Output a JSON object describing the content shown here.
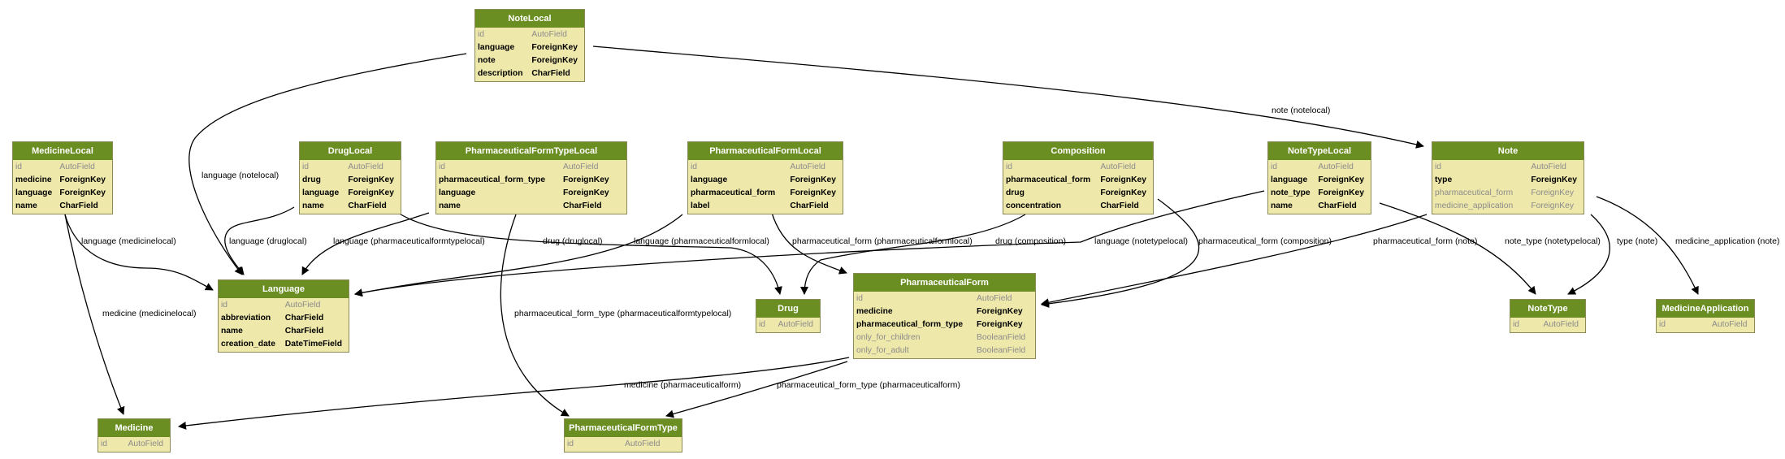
{
  "models": [
    {
      "id": "NoteLocal",
      "title": "NoteLocal",
      "fields": [
        {
          "name": "id",
          "type": "AutoField",
          "muted": true
        },
        {
          "name": "language",
          "type": "ForeignKey"
        },
        {
          "name": "note",
          "type": "ForeignKey"
        },
        {
          "name": "description",
          "type": "CharField"
        }
      ]
    },
    {
      "id": "MedicineLocal",
      "title": "MedicineLocal",
      "fields": [
        {
          "name": "id",
          "type": "AutoField",
          "muted": true
        },
        {
          "name": "medicine",
          "type": "ForeignKey"
        },
        {
          "name": "language",
          "type": "ForeignKey"
        },
        {
          "name": "name",
          "type": "CharField"
        }
      ]
    },
    {
      "id": "DrugLocal",
      "title": "DrugLocal",
      "fields": [
        {
          "name": "id",
          "type": "AutoField",
          "muted": true
        },
        {
          "name": "drug",
          "type": "ForeignKey"
        },
        {
          "name": "language",
          "type": "ForeignKey"
        },
        {
          "name": "name",
          "type": "CharField"
        }
      ]
    },
    {
      "id": "PharmaceuticalFormTypeLocal",
      "title": "PharmaceuticalFormTypeLocal",
      "fields": [
        {
          "name": "id",
          "type": "AutoField",
          "muted": true
        },
        {
          "name": "pharmaceutical_form_type",
          "type": "ForeignKey"
        },
        {
          "name": "language",
          "type": "ForeignKey"
        },
        {
          "name": "name",
          "type": "CharField"
        }
      ]
    },
    {
      "id": "PharmaceuticalFormLocal",
      "title": "PharmaceuticalFormLocal",
      "fields": [
        {
          "name": "id",
          "type": "AutoField",
          "muted": true
        },
        {
          "name": "language",
          "type": "ForeignKey"
        },
        {
          "name": "pharmaceutical_form",
          "type": "ForeignKey"
        },
        {
          "name": "label",
          "type": "CharField"
        }
      ]
    },
    {
      "id": "Composition",
      "title": "Composition",
      "fields": [
        {
          "name": "id",
          "type": "AutoField",
          "muted": true
        },
        {
          "name": "pharmaceutical_form",
          "type": "ForeignKey"
        },
        {
          "name": "drug",
          "type": "ForeignKey"
        },
        {
          "name": "concentration",
          "type": "CharField"
        }
      ]
    },
    {
      "id": "NoteTypeLocal",
      "title": "NoteTypeLocal",
      "fields": [
        {
          "name": "id",
          "type": "AutoField",
          "muted": true
        },
        {
          "name": "language",
          "type": "ForeignKey"
        },
        {
          "name": "note_type",
          "type": "ForeignKey"
        },
        {
          "name": "name",
          "type": "CharField"
        }
      ]
    },
    {
      "id": "Note",
      "title": "Note",
      "fields": [
        {
          "name": "id",
          "type": "AutoField",
          "muted": true
        },
        {
          "name": "type",
          "type": "ForeignKey"
        },
        {
          "name": "pharmaceutical_form",
          "type": "ForeignKey",
          "muted": true
        },
        {
          "name": "medicine_application",
          "type": "ForeignKey",
          "muted": true
        }
      ]
    },
    {
      "id": "Language",
      "title": "Language",
      "fields": [
        {
          "name": "id",
          "type": "AutoField",
          "muted": true
        },
        {
          "name": "abbreviation",
          "type": "CharField"
        },
        {
          "name": "name",
          "type": "CharField"
        },
        {
          "name": "creation_date",
          "type": "DateTimeField"
        }
      ]
    },
    {
      "id": "Drug",
      "title": "Drug",
      "fields": [
        {
          "name": "id",
          "type": "AutoField",
          "muted": true
        }
      ]
    },
    {
      "id": "PharmaceuticalForm",
      "title": "PharmaceuticalForm",
      "fields": [
        {
          "name": "id",
          "type": "AutoField",
          "muted": true
        },
        {
          "name": "medicine",
          "type": "ForeignKey"
        },
        {
          "name": "pharmaceutical_form_type",
          "type": "ForeignKey"
        },
        {
          "name": "only_for_children",
          "type": "BooleanField",
          "muted": true
        },
        {
          "name": "only_for_adult",
          "type": "BooleanField",
          "muted": true
        }
      ]
    },
    {
      "id": "NoteType",
      "title": "NoteType",
      "fields": [
        {
          "name": "id",
          "type": "AutoField",
          "muted": true
        }
      ]
    },
    {
      "id": "MedicineApplication",
      "title": "MedicineApplication",
      "fields": [
        {
          "name": "id",
          "type": "AutoField",
          "muted": true
        }
      ]
    },
    {
      "id": "Medicine",
      "title": "Medicine",
      "fields": [
        {
          "name": "id",
          "type": "AutoField",
          "muted": true
        }
      ]
    },
    {
      "id": "PharmaceuticalFormType",
      "title": "PharmaceuticalFormType",
      "fields": [
        {
          "name": "id",
          "type": "AutoField",
          "muted": true
        }
      ]
    }
  ],
  "relations": [
    {
      "id": "notelocal-note",
      "from": "NoteLocal",
      "to": "Note",
      "label": "note (notelocal)"
    },
    {
      "id": "notelocal-language",
      "from": "NoteLocal",
      "to": "Language",
      "label": "language (notelocal)"
    },
    {
      "id": "medicinelocal-language",
      "from": "MedicineLocal",
      "to": "Language",
      "label": "language (medicinelocal)"
    },
    {
      "id": "medicinelocal-medicine",
      "from": "MedicineLocal",
      "to": "Medicine",
      "label": "medicine (medicinelocal)"
    },
    {
      "id": "druglocal-language",
      "from": "DrugLocal",
      "to": "Language",
      "label": "language (druglocal)"
    },
    {
      "id": "druglocal-drug",
      "from": "DrugLocal",
      "to": "Drug",
      "label": "drug (druglocal)"
    },
    {
      "id": "pftl-language",
      "from": "PharmaceuticalFormTypeLocal",
      "to": "Language",
      "label": "language (pharmaceuticalformtypelocal)"
    },
    {
      "id": "pftl-pft",
      "from": "PharmaceuticalFormTypeLocal",
      "to": "PharmaceuticalFormType",
      "label": "pharmaceutical_form_type (pharmaceuticalformtypelocal)"
    },
    {
      "id": "pfl-language",
      "from": "PharmaceuticalFormLocal",
      "to": "Language",
      "label": "language (pharmaceuticalformlocal)"
    },
    {
      "id": "pfl-pf",
      "from": "PharmaceuticalFormLocal",
      "to": "PharmaceuticalForm",
      "label": "pharmaceutical_form (pharmaceuticalformlocal)"
    },
    {
      "id": "composition-drug",
      "from": "Composition",
      "to": "Drug",
      "label": "drug (composition)"
    },
    {
      "id": "composition-pf",
      "from": "Composition",
      "to": "PharmaceuticalForm",
      "label": "pharmaceutical_form (composition)"
    },
    {
      "id": "ntl-language",
      "from": "NoteTypeLocal",
      "to": "Language",
      "label": "language (notetypelocal)"
    },
    {
      "id": "ntl-notetype",
      "from": "NoteTypeLocal",
      "to": "NoteType",
      "label": "note_type (notetypelocal)"
    },
    {
      "id": "note-pf",
      "from": "Note",
      "to": "PharmaceuticalForm",
      "label": "pharmaceutical_form (note)"
    },
    {
      "id": "note-notetype",
      "from": "Note",
      "to": "NoteType",
      "label": "type (note)"
    },
    {
      "id": "note-medapp",
      "from": "Note",
      "to": "MedicineApplication",
      "label": "medicine_application (note)"
    },
    {
      "id": "pf-medicine",
      "from": "PharmaceuticalForm",
      "to": "Medicine",
      "label": "medicine (pharmaceuticalform)"
    },
    {
      "id": "pf-pft",
      "from": "PharmaceuticalForm",
      "to": "PharmaceuticalFormType",
      "label": "pharmaceutical_form_type (pharmaceuticalform)"
    }
  ],
  "colors": {
    "header": "#6b8e23",
    "body": "#eee8aa",
    "edge": "#000000",
    "muted_text": "#8c8c8c"
  }
}
